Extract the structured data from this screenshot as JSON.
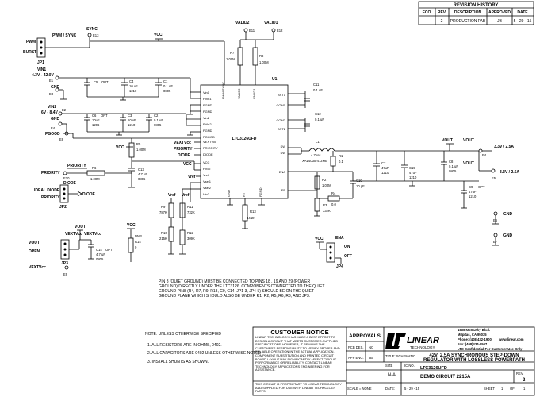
{
  "revision": {
    "title": "REVISION HISTORY",
    "headers": [
      "ECO",
      "REV",
      "DESCRIPTION",
      "APPROVED",
      "DATE"
    ],
    "row": [
      "-",
      "2",
      "PRODUCTION FAB",
      "JB",
      "5 - 29 - 15"
    ]
  },
  "ic": {
    "ref": "U1",
    "part": "LTC3126UFD",
    "left_pins": [
      "Vin1",
      "PVin1",
      "PGND",
      "PGND",
      "Vin2",
      "PVin2",
      "PGND",
      "PGOOD",
      "VEXTVcc",
      "PRIORITY",
      "DIODE",
      "VCC",
      "PVcc",
      "Vref",
      "Vsel1",
      "Vsel2",
      "Vin2"
    ],
    "top_pins": [
      "PWM/SYNC",
      "VALID2",
      "VALID1"
    ],
    "right_pins": [
      "BST1",
      "COM1",
      "COM2",
      "BST2",
      "SW",
      "SW",
      "ENA",
      "FB"
    ],
    "bottom_pins": [
      "GND",
      "RT",
      "PGND"
    ]
  },
  "labels": {
    "sync": "SYNC",
    "e13": "E13",
    "pwm_sync": "PWM / SYNC",
    "pwm": "PWM",
    "burst": "BURST",
    "jp1": "JP1",
    "vcc": "VCC",
    "valid2": "VALID2",
    "e11": "E11",
    "valid1": "VALID1",
    "e12": "E12",
    "r7": "R7",
    "r7v": "1.00M",
    "r8": "R8",
    "r8v": "1.00M",
    "vin1": "VIN1",
    "vin1_range": "4.3V - 42.0V",
    "e1": "E1",
    "gnd": "GND",
    "e3": "E3",
    "c5": "C5",
    "opt": "OPT",
    "c4": "C4",
    "c4v": "10 uF",
    "c4p": "1210",
    "c1": "C1",
    "c1v": "0.1 uF",
    "c1p": "0805",
    "vin2": "VIN2",
    "vin2_range": "6V - 8.4V",
    "e2": "E2",
    "e4g": "E4",
    "c6": "C6",
    "c6v": "10uF",
    "c6p": "1206",
    "c3": "C3",
    "c3v": "10 uF",
    "c3p": "1210",
    "c2": "C2",
    "c2v": "0.1 uF",
    "c2p": "0805",
    "pgood": "PGOOD",
    "e8": "E8",
    "vextvcc": "VEXTVcc",
    "priority": "PRIORITY",
    "diode": "DIODE",
    "r5": "R5",
    "r5v": "1.00M",
    "c13": "C13",
    "c13v": "4.7 uF",
    "c13p": "0805",
    "e10": "E10",
    "r6": "R6",
    "r6v": "1.00M",
    "ideal_diode": "IDEAL DIODE",
    "jp2": "JP2",
    "vref": "Vref",
    "r9": "R9",
    "r9v": "787K",
    "r11": "R11",
    "r11v": "732K",
    "r10": "R10",
    "r10v": "215K",
    "r12": "R12",
    "r12v": "309K",
    "r13": "R13",
    "r13v": "44.2K",
    "dnp": "DNP",
    "r14": "R14",
    "r14v": "0",
    "vout": "VOUT",
    "open": "OPEN",
    "jp3": "JP3",
    "c14": "C14",
    "c14v": "4.7 uF",
    "c14p": "0805",
    "e9": "E9",
    "c11": "C11",
    "c11v": "0.1 uF",
    "c12": "C12",
    "c12v": "0.1 uF",
    "l1": "L1",
    "l1v": "4.7 uH",
    "l1p": "XAL4030-472ME",
    "r1": "R1",
    "r1v": "0.1",
    "r2": "R2",
    "r2v": "1.00M",
    "r3": "R3",
    "r3v": "332K",
    "r4": "R4",
    "r4v": "0.0",
    "c10": "C10",
    "c10v": "10 pF",
    "c7": "C7",
    "c7v": "47uF",
    "c7p": "1210",
    "c15": "C15",
    "c15v": "47uF",
    "c15p": "1210",
    "c8": "C8",
    "c8v": "0.1 uF",
    "c8p": "0805",
    "c9": "C9",
    "c9v": "47uF",
    "c9p": "1210",
    "vout_range1": "3.3V / 2.5A",
    "e4": "E4",
    "vout_range2": "3.3V / 2.5A",
    "e5": "E5",
    "e6": "E6",
    "e7": "E7",
    "ena": "ENA",
    "on": "ON",
    "off": "OFF",
    "jp4": "JP4"
  },
  "pin_note": "PIN 8 (QUIET GROUND) MUST BE CONNECTED TO PINS 18 , 19 AND 29 (POWER GROUND) DIRECTLY UNDER THE LTC3126. COMPONENTS CONNECTED TO THE QUIET GROUND PIN8 (R4, R7, R9, R13, C9, C14, JP1-3, JP4-5) SHOULD BE ON THE QUIET GROUND PLANE WHICH SHOULD ALSO BE UNDER R1, R2, R5, R6, R8, AND JP3.",
  "notes": {
    "title": "NOTE: UNLESS OTHERWISE SPECIFIED",
    "items": [
      "1. ALL RESISTORS ARE IN OHMS, 0402.",
      "2. ALL CAPACITORS ARE 0402 UNLESS OTHERWISE NOTED",
      "3. INSTALL SHUNTS AS SHOWN."
    ]
  },
  "customer_notice": {
    "title": "CUSTOMER NOTICE",
    "body": "LINEAR TECHNOLOGY HAS MADE A BEST EFFORT TO DESIGN A CIRCUIT THAT MEETS CUSTOMER-SUPPLIED SPECIFICATIONS; HOWEVER, IT REMAINS THE CUSTOMER'S RESPONSIBILITY TO VERIFY PROPER AND RELIABLE OPERATION IN THE ACTUAL APPLICATION. COMPONENT SUBSTITUTION AND PRINTED CIRCUIT BOARD LAYOUT MAY SIGNIFICANTLY AFFECT CIRCUIT PERFORMANCE OR RELIABILITY. CONTACT LINEAR TECHNOLOGY APPLICATIONS ENGINEERING FOR ASSISTANCE.",
    "proprietary": "THIS CIRCUIT IS PROPRIETARY TO LINEAR TECHNOLOGY AND SUPPLIED FOR USE WITH LINEAR TECHNOLOGY PARTS."
  },
  "approvals": {
    "title": "APPROVALS",
    "pcb_des": "PCB DES.",
    "pcb_des_val": "NC",
    "app_eng": "APP ENG.",
    "app_eng_val": "JB"
  },
  "company": {
    "logo_text": "LINEAR",
    "logo_sub": "TECHNOLOGY",
    "address1": "1630 McCarthy Blvd.",
    "address2": "Milpitas, CA 95035",
    "phone": "Phone: (408)432-1900",
    "web": "www.linear.com",
    "fax": "Fax: (408)434-0507",
    "confidential": "LTC Confidential-For Customer Use Only"
  },
  "title_block": {
    "title_label": "TITLE: SCHEMATIC",
    "title1": "42V, 2.5A SYNCHRONOUS STEP-DOWN",
    "title2": "REGULATOR WITH LOSSLESS POWERPATH",
    "size_label": "SIZE",
    "size_val": "N/A",
    "icno_label": "IC NO.",
    "icno_val": "LTC3126UFD",
    "demo": "DEMO CIRCUIT 2215A",
    "rev_label": "REV.",
    "rev_val": "2",
    "scale": "SCALE = NONE",
    "date_label": "DATE:",
    "date_val": "5 - 29 - 15",
    "sheet_label": "SHEET",
    "sheet_val": "1",
    "of_label": "OF",
    "of_val": "1"
  }
}
